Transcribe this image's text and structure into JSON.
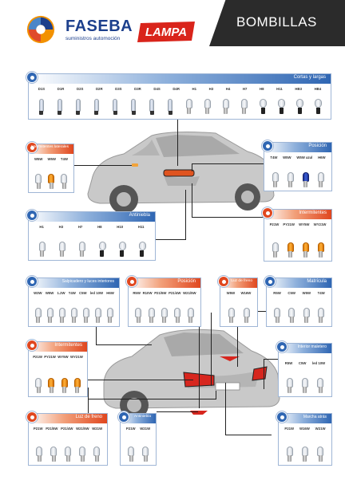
{
  "header": {
    "brand": "FASEBA",
    "brand_sub": "suministros automoción",
    "partner_logo": "LAMPA",
    "partner_url": "www.lampa.it",
    "title": "BOMBILLAS",
    "colors": {
      "brand_blue": "#1c3f8c",
      "brand_orange": "#f29100",
      "lampa_red": "#d9241b",
      "band": "#2b2b2b"
    }
  },
  "panels": {
    "cortas": {
      "title": "Cortas y largas",
      "codes": [
        "D1S",
        "D1R",
        "D2S",
        "D2R",
        "D3S",
        "D3R",
        "D4S",
        "D4R",
        "H1",
        "H3",
        "H4",
        "H7",
        "H8",
        "H11",
        "HB3",
        "HB4"
      ]
    },
    "int_laterales": {
      "title": "Intermitentes laterales",
      "codes": [
        "W5W",
        "W5W",
        "T4W"
      ]
    },
    "posicion_front": {
      "title": "Posición",
      "codes": [
        "T4W",
        "W5W",
        "W5W azul",
        "H6W"
      ]
    },
    "antinieblas_front": {
      "title": "Antiniebla",
      "codes": [
        "H1",
        "H3",
        "H7",
        "H8",
        "H10",
        "H11"
      ]
    },
    "int_front": {
      "title": "Intermitentes",
      "codes": [
        "P21W",
        "PY21W",
        "WY5W",
        "WY21W"
      ]
    },
    "salpicadero": {
      "title": "Salpicadero y luces interiores",
      "codes": [
        "W3W",
        "W5W",
        "1.2W",
        "T4W",
        "C5W",
        "led 10W",
        "H6W"
      ]
    },
    "posicion_rear": {
      "title": "Posición",
      "codes": [
        "R5W",
        "R10W",
        "P21/5W",
        "P21/4W",
        "W21/5W"
      ]
    },
    "luz_freno_top": {
      "title": "Luz de freno",
      "codes": [
        "W5W",
        "W16W"
      ]
    },
    "matricula": {
      "title": "Matrícula",
      "codes": [
        "R5W",
        "C5W",
        "W5W",
        "T4W"
      ]
    },
    "int_rear": {
      "title": "Intermitentes",
      "codes": [
        "P21W",
        "PY21W",
        "WY5W",
        "WY21W"
      ]
    },
    "interior_maletero": {
      "title": "Interior maletero",
      "codes": [
        "R5W",
        "C5W",
        "led 10W"
      ]
    },
    "luz_freno": {
      "title": "Luz de freno",
      "codes": [
        "P21W",
        "P21/5W",
        "P21/4W",
        "W21/5W",
        "W21W"
      ]
    },
    "antiniebla_rear": {
      "title": "Antiniebla",
      "codes": [
        "P21W",
        "W21W"
      ]
    },
    "marcha_atras": {
      "title": "Marcha atrás",
      "codes": [
        "P21W",
        "W16W",
        "W21W"
      ]
    }
  }
}
